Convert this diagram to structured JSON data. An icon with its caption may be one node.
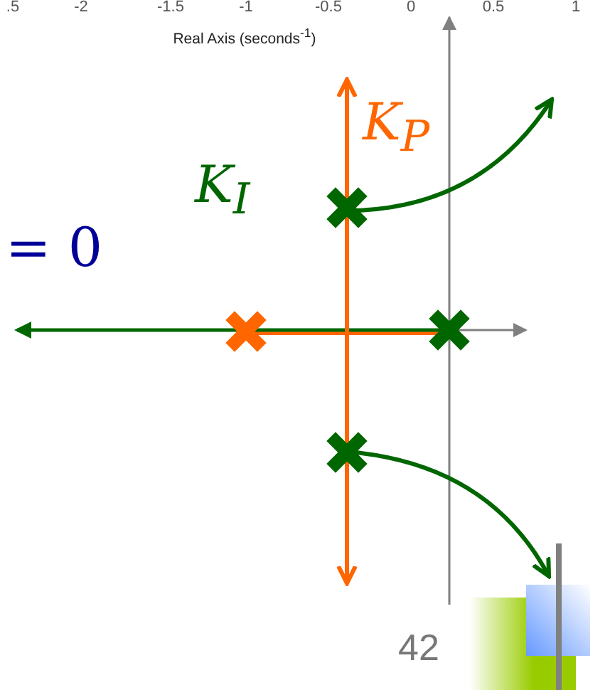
{
  "diagram": {
    "labels": [
      ".5",
      "-2",
      "-1.5",
      "-1",
      "-0.5",
      "0",
      "0.5",
      "1",
      "Real Axis (seconds$^{-1}$)",
      "K$_{P}$",
      "K$_{I}$",
      "= 0",
      "42"
    ]
  }
}
